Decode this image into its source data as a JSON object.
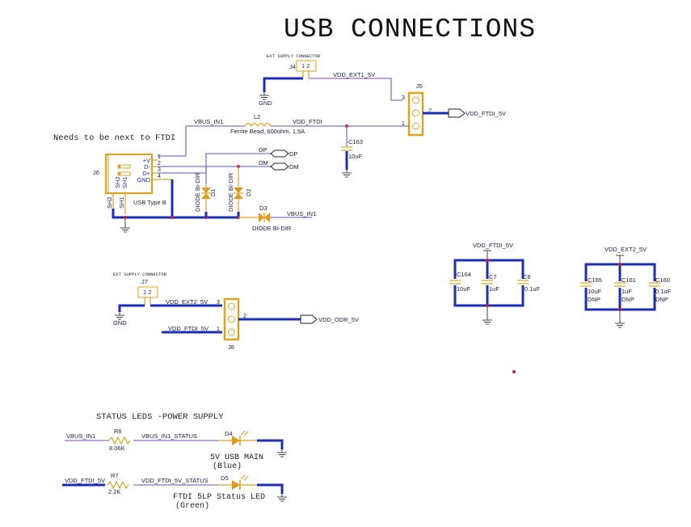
{
  "title": "USB CONNECTIONS",
  "notes": {
    "ftdi_note": "Needs to be next to FTDI",
    "status_leds_heading": "STATUS LEDS -POWER SUPPLY",
    "ext_supply_j4": "EXT SUPPLY CONNECTOR",
    "ext_supply_j7": "EXT SUPPLY CONNECTOR"
  },
  "connectors": {
    "j4": {
      "ref": "J4",
      "pins": "1 2"
    },
    "j5": {
      "ref": "J5",
      "pins": [
        "3",
        "2",
        "1"
      ]
    },
    "j6": {
      "ref": "J6",
      "type": "USB Type B",
      "pin_names": [
        "+V",
        "D-",
        "D+",
        "GND"
      ],
      "pin_numbers": [
        "1",
        "2",
        "3",
        "4"
      ],
      "shield": [
        "SH2",
        "SH1"
      ]
    },
    "j7": {
      "ref": "J7",
      "pins": "1 2"
    },
    "j8": {
      "ref": "J8",
      "pins": [
        "3",
        "2",
        "1"
      ]
    }
  },
  "nets": {
    "gnd": "GND",
    "vdd_ext1_5v": "VDD_EXT1_5V",
    "vdd_ftdi_5v": "VDD_FTDI_5V",
    "vbus_in1": "VBUS_IN1",
    "vdd_ftdi": "VDD_FTDI",
    "dp": "DP",
    "dm": "DM",
    "vdd_ext2_5v": "VDD_EXT2_5V",
    "vdd_odr_5v": "VDD_ODR_5V",
    "vbus_in1_status": "VBUS_IN1_STATUS",
    "vdd_ftdi_5v_status": "VDD_FTDI_5V_STATUS"
  },
  "components": {
    "l2": {
      "ref": "L2",
      "value": "Ferrite Bead, 600ohm, 1.5A"
    },
    "c163": {
      "ref": "C163",
      "value": "10uF"
    },
    "d1": {
      "ref": "D1",
      "value": "DIODE BI-DIR"
    },
    "d2": {
      "ref": "D2",
      "value": "DIODE BI-DIR"
    },
    "d3": {
      "ref": "D3",
      "value": "DIODE BI-DIR"
    },
    "c164": {
      "ref": "C164",
      "value": "10uF"
    },
    "c7": {
      "ref": "C7",
      "value": "1uF"
    },
    "c8": {
      "ref": "C8",
      "value": "0.1uF"
    },
    "c165": {
      "ref": "C165",
      "value": "10uF",
      "note": "DNP"
    },
    "c161": {
      "ref": "C161",
      "value": "1uF",
      "note": "DNP"
    },
    "c160": {
      "ref": "C160",
      "value": "0.1uF",
      "note": "DNP"
    },
    "r6": {
      "ref": "R6",
      "value": "8.06K"
    },
    "r7": {
      "ref": "R7",
      "value": "2.2K"
    },
    "d4": {
      "ref": "D4",
      "desc": "5V USB MAIN",
      "color": "(Blue)"
    },
    "d5": {
      "ref": "D5",
      "desc": "FTDI 5LP Status LED",
      "color": "(Green)"
    }
  }
}
